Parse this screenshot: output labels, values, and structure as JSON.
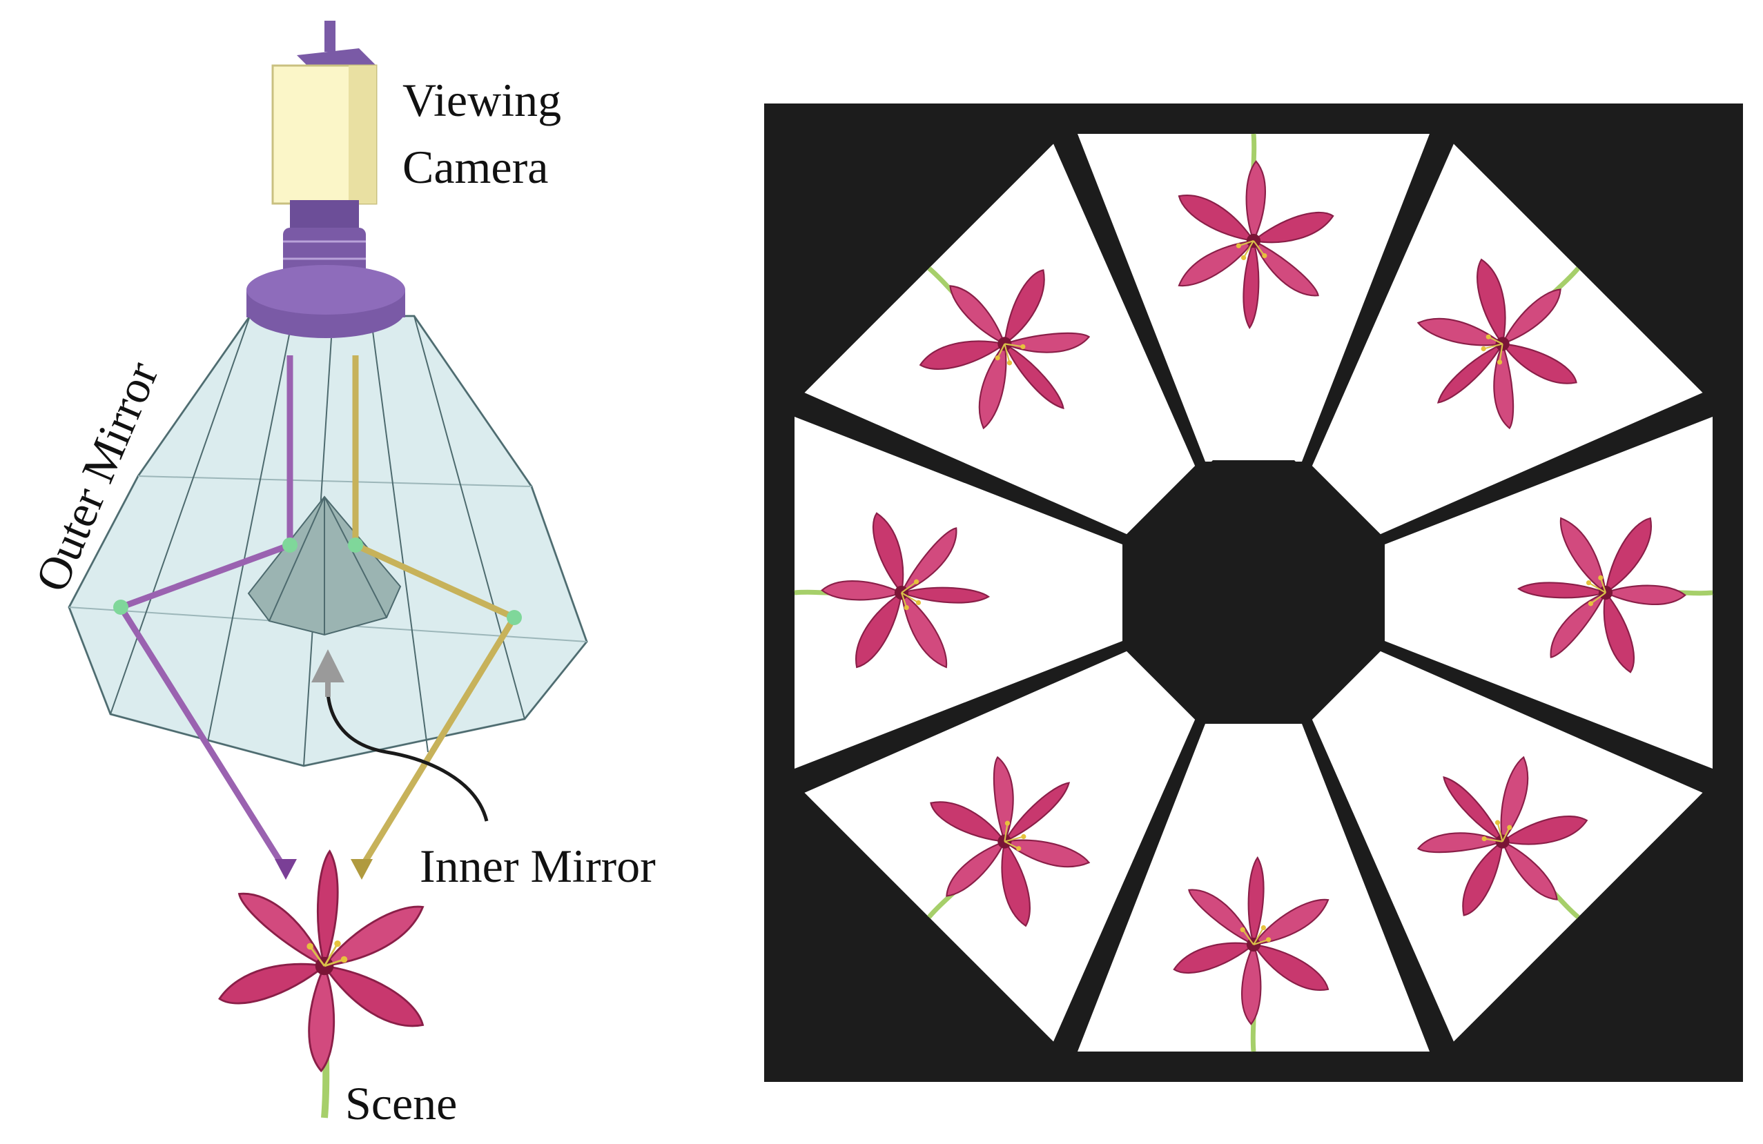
{
  "labels": {
    "viewing_line1": "Viewing",
    "viewing_line2": "Camera",
    "outer_mirror": "Outer Mirror",
    "inner_mirror": "Inner Mirror",
    "scene": "Scene"
  },
  "colors": {
    "camera_body": "#fbf6c8",
    "camera_lens": "#7a5aa6",
    "mirror_fill": "#cfe6e8",
    "purple_ray": "#9a62b0",
    "yellow_ray": "#c7b25a",
    "flower": "#c8386e",
    "stem": "#a6cf6a",
    "panel_black": "#1c1c1c"
  },
  "octagon_views": [
    {
      "name": "view-top",
      "angle": 0
    },
    {
      "name": "view-top-right",
      "angle": 45
    },
    {
      "name": "view-right",
      "angle": 90
    },
    {
      "name": "view-bottom-right",
      "angle": 135
    },
    {
      "name": "view-bottom",
      "angle": 180
    },
    {
      "name": "view-bottom-left",
      "angle": 225
    },
    {
      "name": "view-left",
      "angle": 270
    },
    {
      "name": "view-top-left",
      "angle": 315
    }
  ]
}
